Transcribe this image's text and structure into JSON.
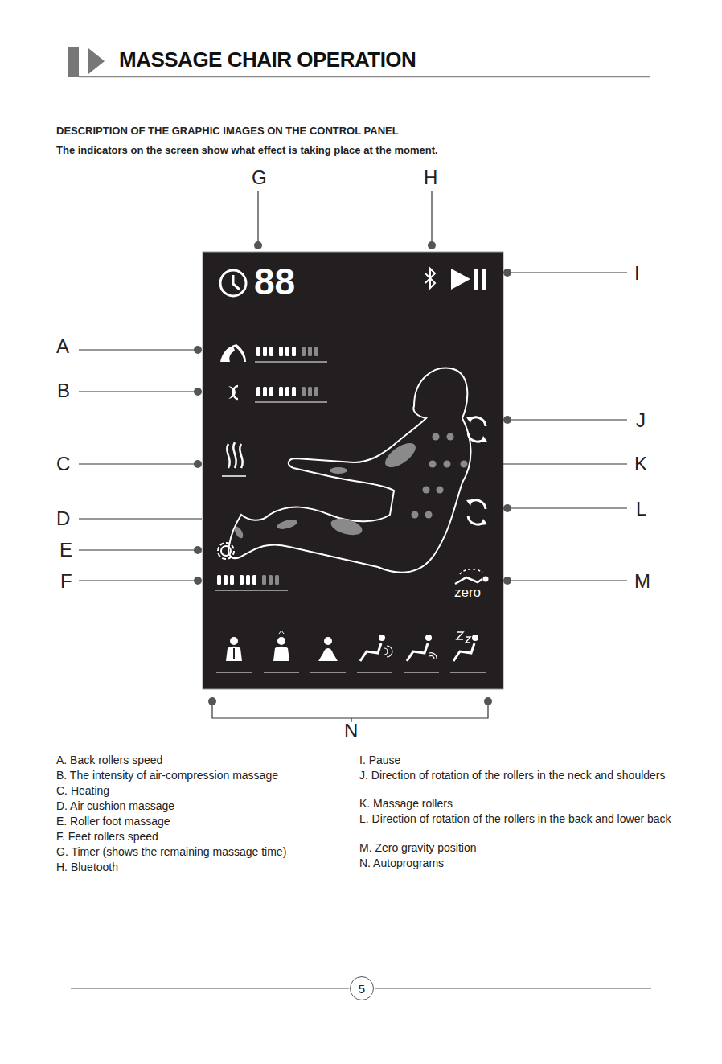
{
  "diagram": {
    "title": "MASSAGE CHAIR OPERATION",
    "nodes": [
      {
        "text": [
          "88",
          "zero"
        ]
      },
      {
        "text": [
          "5"
        ]
      }
    ],
    "labels": [
      "DESCRIPTION OF THE GRAPHIC IMAGES ON THE CONTROL PANEL",
      "The indicators on the screen show what effect is taking place at the moment.",
      "G",
      "H",
      "I",
      "A",
      "B",
      "J",
      "C",
      "K",
      "D",
      "L",
      "E",
      "F",
      "M",
      "N",
      "A. Back rollers speed",
      "B. The intensity of air-compression massage",
      "C. Heating",
      "D. Air cushion massage",
      "E. Roller foot massage",
      "F. Feet rollers speed",
      "G. Timer (shows the remaining massage time)",
      "H. Bluetooth",
      "I. Pause",
      "J. Direction of rotation of the rollers in the neck and shoulders",
      "K. Massage rollers",
      "L. Direction of rotation of the rollers in the back and lower back",
      "M. Zero gravity position",
      "N. Autoprograms"
    ]
  }
}
